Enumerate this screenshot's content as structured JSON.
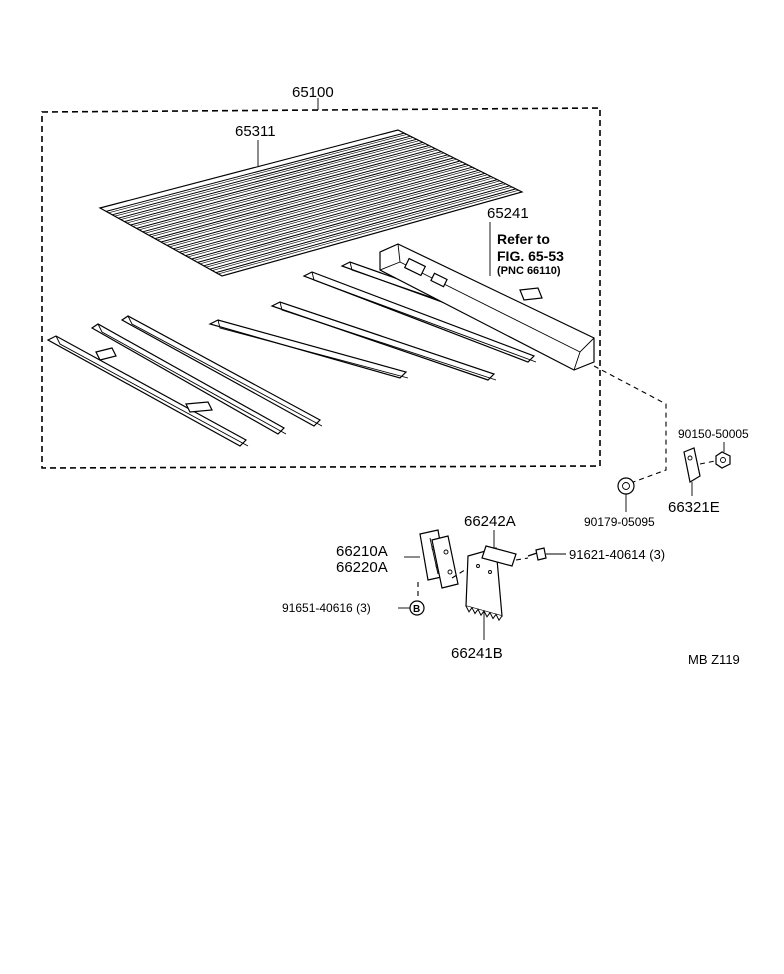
{
  "labels": {
    "assembly": "65100",
    "floor_panel": "65311",
    "side_rail": "65241",
    "refer_line1": "Refer to",
    "refer_line2": "FIG. 65-53",
    "refer_line3": "(PNC 66110)",
    "washer": "90179-05095",
    "nut": "90150-50005",
    "bracket_e": "66321E",
    "plate": "66242A",
    "bolt": "91621-40614 (3)",
    "bracket_a1": "66210A",
    "bracket_a2": "66220A",
    "clip": "91651-40616 (3)",
    "clip_badge": "B",
    "mudflap": "66241B",
    "code": "MB  Z119"
  }
}
